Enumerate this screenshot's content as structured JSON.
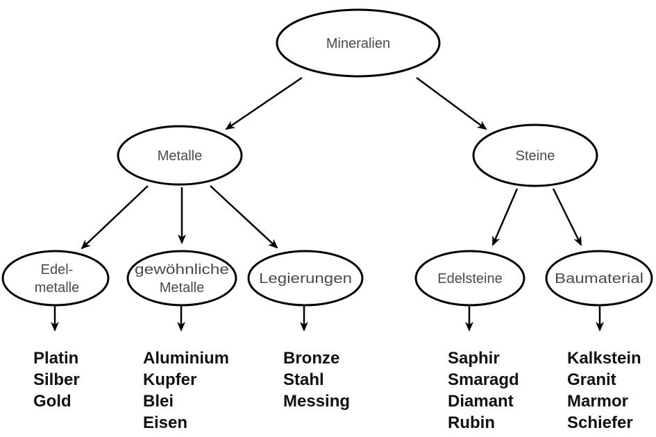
{
  "diagram": {
    "root": {
      "label": "Mineralien"
    },
    "metalle": {
      "label": "Metalle"
    },
    "steine": {
      "label": "Steine"
    },
    "edelmetalle": {
      "label_line1": "Edel-",
      "label_line2": "metalle"
    },
    "gewoehnliche": {
      "label_line1": "gewöhnliche",
      "label_line2": "Metalle"
    },
    "legierungen": {
      "label": "Legierungen"
    },
    "edelsteine": {
      "label": "Edelsteine"
    },
    "baumaterial": {
      "label": "Baumaterial"
    },
    "lists": {
      "edelmetalle": [
        "Platin",
        "Silber",
        "Gold"
      ],
      "gewoehnliche": [
        "Aluminium",
        "Kupfer",
        "Blei",
        "Eisen"
      ],
      "legierungen": [
        "Bronze",
        "Stahl",
        "Messing"
      ],
      "edelsteine": [
        "Saphir",
        "Smaragd",
        "Diamant",
        "Rubin"
      ],
      "baumaterial": [
        "Kalkstein",
        "Granit",
        "Marmor",
        "Schiefer"
      ]
    }
  }
}
